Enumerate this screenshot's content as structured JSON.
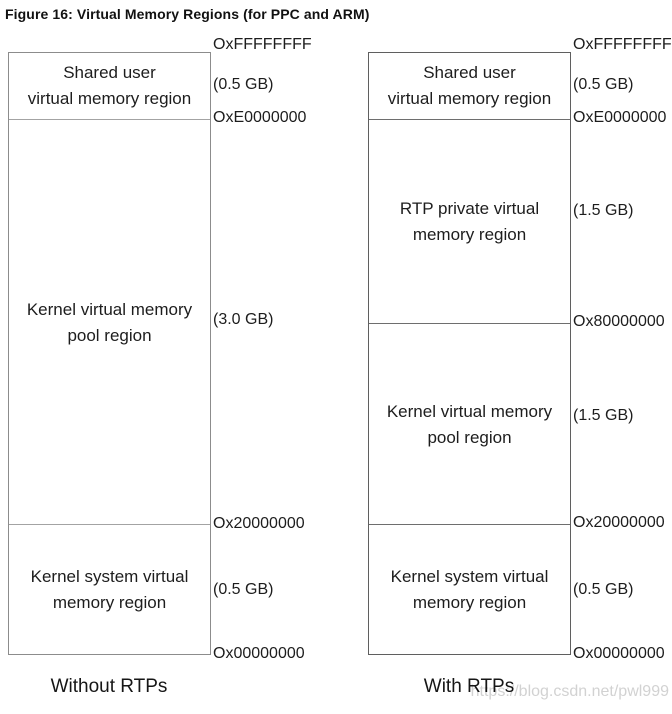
{
  "figure": {
    "title": "Figure 16: Virtual Memory Regions (for PPC and ARM)"
  },
  "left_diagram": {
    "caption": "Without RTPs",
    "regions": {
      "shared_user": {
        "line1": "Shared user",
        "line2": "virtual memory region",
        "size": "(0.5 GB)"
      },
      "kernel_pool": {
        "line1": "Kernel virtual memory",
        "line2": "pool region",
        "size": "(3.0 GB)"
      },
      "kernel_system": {
        "line1": "Kernel system virtual",
        "line2": "memory region",
        "size": "(0.5 GB)"
      }
    },
    "addresses": {
      "top": "OxFFFFFFFF",
      "e0000000": "OxE0000000",
      "x20000000": "Ox20000000",
      "x00000000": "Ox00000000"
    }
  },
  "right_diagram": {
    "caption": "With RTPs",
    "regions": {
      "shared_user": {
        "line1": "Shared user",
        "line2": "virtual memory region",
        "size": "(0.5 GB)"
      },
      "rtp_private": {
        "line1": "RTP private virtual",
        "line2": "memory region",
        "size": "(1.5 GB)"
      },
      "kernel_pool": {
        "line1": "Kernel virtual memory",
        "line2": "pool region",
        "size": "(1.5 GB)"
      },
      "kernel_system": {
        "line1": "Kernel system virtual",
        "line2": "memory region",
        "size": "(0.5 GB)"
      }
    },
    "addresses": {
      "top": "OxFFFFFFFF",
      "e0000000": "OxE0000000",
      "x80000000": "Ox80000000",
      "x20000000": "Ox20000000",
      "x00000000": "Ox00000000"
    }
  },
  "watermark": "https://blog.csdn.net/pwl999",
  "colors": {
    "text": "#1a1a1a",
    "left_box_border": "#8c8c8c",
    "right_box_border": "#5f5f5f",
    "watermark": "#d2d2d2"
  }
}
